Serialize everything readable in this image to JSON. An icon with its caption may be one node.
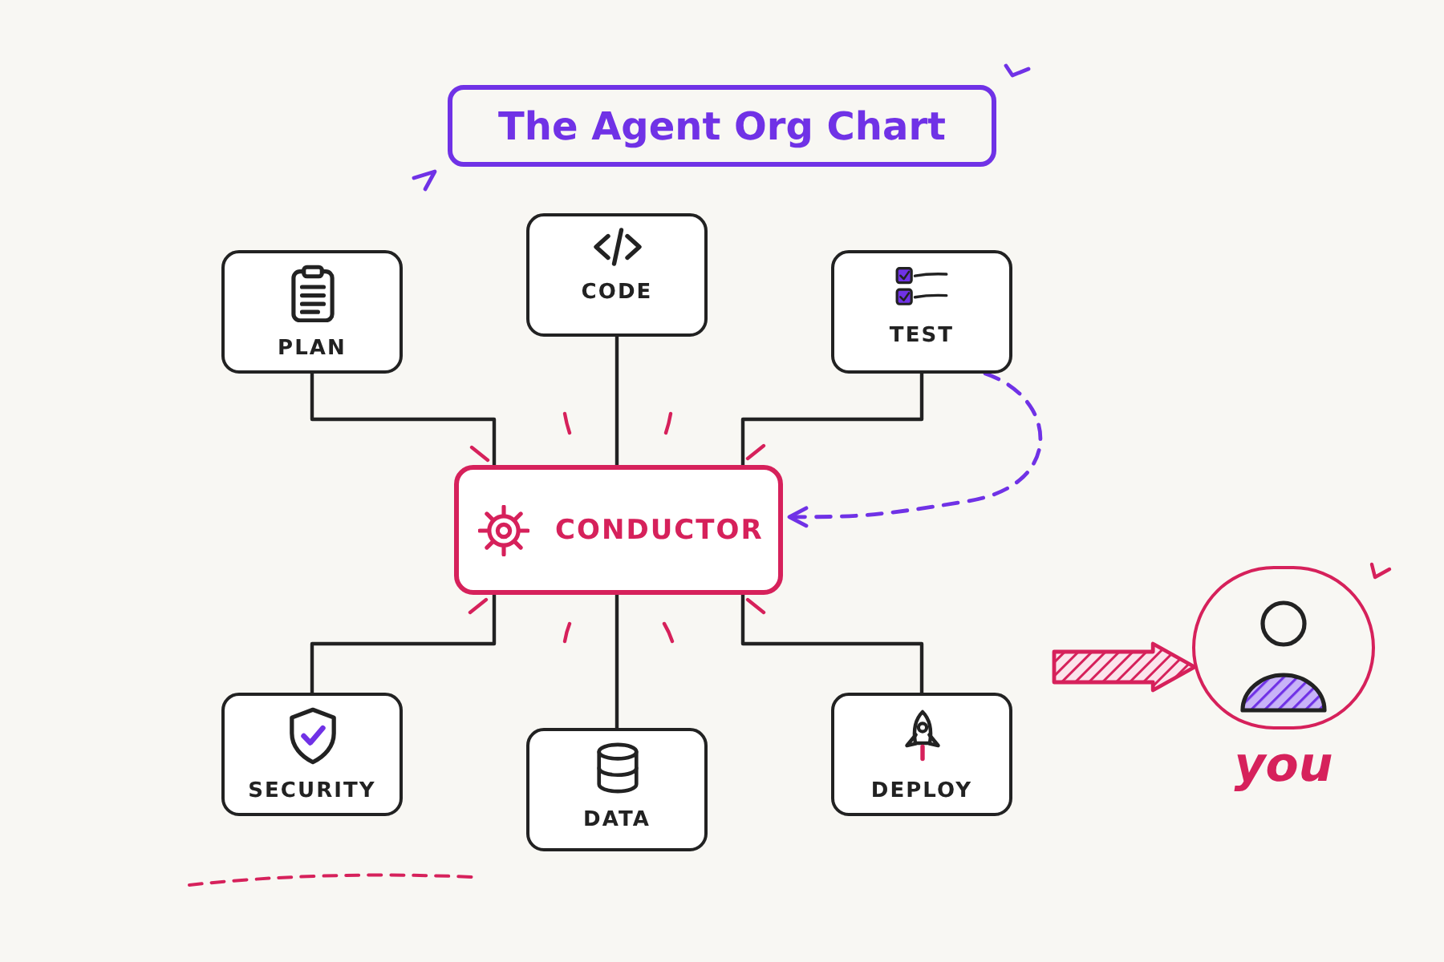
{
  "diagram": {
    "title": "The Agent Org Chart",
    "nodes": [
      {
        "text": [
          "PLAN"
        ]
      },
      {
        "text": [
          "CODE"
        ]
      },
      {
        "text": [
          "TEST"
        ]
      },
      {
        "text": [
          "CONDUCTOR"
        ]
      },
      {
        "text": [
          "SECURITY"
        ]
      },
      {
        "text": [
          "DATA"
        ]
      },
      {
        "text": [
          "DEPLOY"
        ]
      },
      {
        "text": [],
        "shape": "circle",
        "beside": [
          "you"
        ]
      }
    ],
    "edges": [
      {
        "from": 3,
        "to": 0,
        "arrow": "none"
      },
      {
        "from": 3,
        "to": 1,
        "arrow": "none"
      },
      {
        "from": 3,
        "to": 2,
        "arrow": "none"
      },
      {
        "from": 3,
        "to": 4,
        "arrow": "none"
      },
      {
        "from": 3,
        "to": 5,
        "arrow": "none"
      },
      {
        "from": 3,
        "to": 6,
        "arrow": "none"
      },
      {
        "from": 2,
        "to": 3,
        "arrow": "to",
        "style": "dashed",
        "color": "#7032e6"
      },
      {
        "from": null,
        "to": 7,
        "arrow": "to",
        "style": "thick",
        "color": "#d6215b"
      }
    ]
  }
}
